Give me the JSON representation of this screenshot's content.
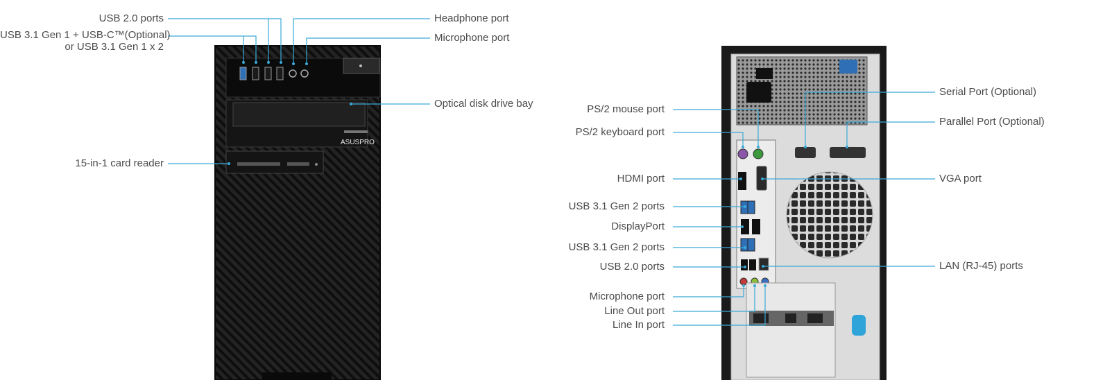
{
  "front": {
    "labels": {
      "usb20": "USB 2.0 ports",
      "usb31_line1": "USB 3.1 Gen 1 + USB-C™(Optional)",
      "usb31_line2": "or USB 3.1 Gen 1 x 2",
      "card_reader": "15-in-1 card reader",
      "headphone": "Headphone port",
      "microphone": "Microphone port",
      "optical": "Optical disk drive bay"
    },
    "brand": "ASUSPRO"
  },
  "rear": {
    "labels": {
      "ps2_mouse": "PS/2 mouse port",
      "ps2_keyboard": "PS/2 keyboard port",
      "hdmi": "HDMI port",
      "usb31_gen2_a": "USB 3.1 Gen 2 ports",
      "displayport": "DisplayPort",
      "usb31_gen2_b": "USB 3.1 Gen 2 ports",
      "usb20": "USB 2.0 ports",
      "mic": "Microphone port",
      "line_out": "Line Out port",
      "line_in": "Line In port",
      "serial": "Serial Port (Optional)",
      "parallel": "Parallel Port (Optional)",
      "vga": "VGA port",
      "lan": "LAN (RJ-45) ports"
    }
  },
  "colors": {
    "leader": "#3aa9d8",
    "label": "#4a4a4a",
    "chassis": "#1c1c1c",
    "chassis_back": "#e4e4e4"
  }
}
